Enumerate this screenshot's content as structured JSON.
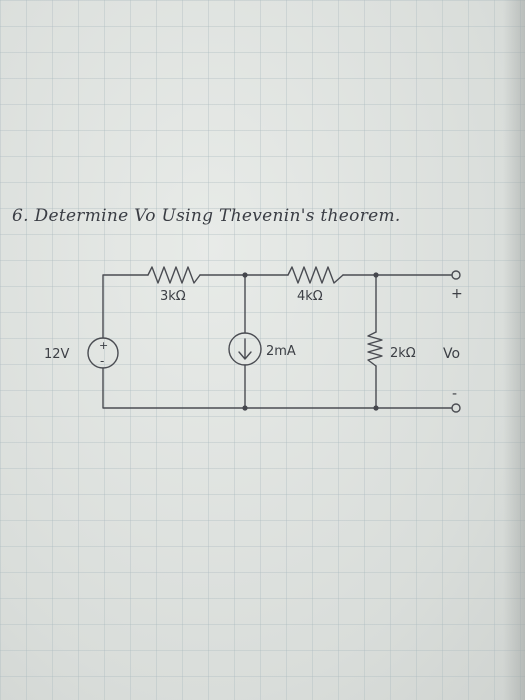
{
  "problem": {
    "heading": "6. Determine Vo Using Thevenin's theorem."
  },
  "components": {
    "r1_label": "3kΩ",
    "r2_label": "4kΩ",
    "r3_label": "2kΩ",
    "voltage_source_label": "12V",
    "current_source_label": "2mA",
    "plus_sign": "+",
    "minus_sign": "-"
  },
  "output": {
    "label": "Vo",
    "plus_terminal": "+",
    "minus_terminal": "-"
  }
}
